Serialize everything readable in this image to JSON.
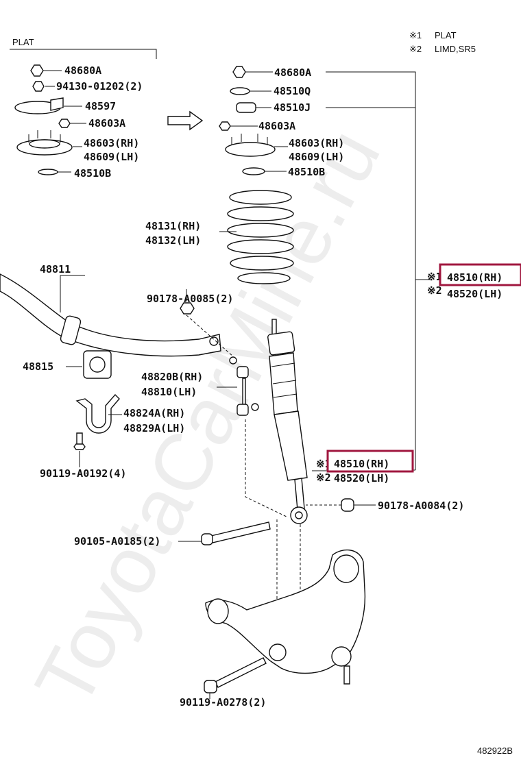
{
  "notes": {
    "note1_mark": "※1",
    "note1_text": "PLAT",
    "note2_mark": "※2",
    "note2_text": "LIMD,SR5"
  },
  "left_group": {
    "header": "PLAT",
    "labels": [
      "48680A",
      "94130-01202(2)",
      "48597",
      "48603A",
      "48603(RH)",
      "48609(LH)",
      "48510B"
    ]
  },
  "right_group": {
    "labels": [
      "48680A",
      "48510Q",
      "48510J",
      "48603A",
      "48603(RH)",
      "48609(LH)",
      "48510B"
    ]
  },
  "spring": {
    "labels": [
      "48131(RH)",
      "48132(LH)"
    ]
  },
  "stabilizer": {
    "bar": "48811",
    "nut": "90178-A0085(2)",
    "bushing": "48815",
    "link_rh": "48820B(RH)",
    "link_lh": "48810(LH)",
    "bracket_rh": "48824A(RH)",
    "bracket_lh": "48829A(LH)",
    "bolt": "90119-A0192(4)"
  },
  "shock_upper": {
    "mark1": "※1",
    "mark2": "※2",
    "highlight": "48510(RH)",
    "under": "48520(LH)"
  },
  "shock_lower": {
    "mark1": "※1",
    "mark2": "※2",
    "highlight": "48510(RH)",
    "under": "48520(LH)"
  },
  "lower": {
    "nut": "90178-A0084(2)",
    "bolt": "90105-A0185(2)",
    "arm_bolt": "90119-A0278(2)"
  },
  "watermark": "ToyotaCarMine.ru",
  "diagram_code": "482922B",
  "colors": {
    "highlight": "#a0173f",
    "ink": "#111111"
  }
}
